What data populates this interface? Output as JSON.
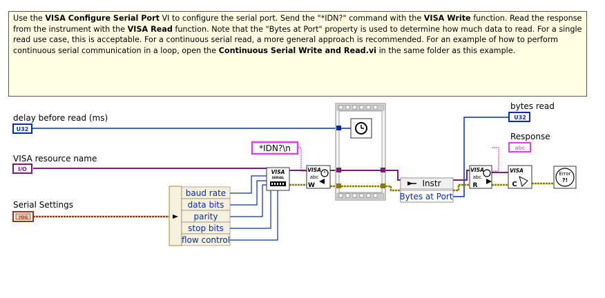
{
  "comment": {
    "p1": "Use the ",
    "b1": "VISA Configure Serial Port",
    "p2": " VI to configure the serial port. Send the \"*IDN?\" command with the ",
    "b2": "VISA Write",
    "p3": " function. Read the response from the instrument with the ",
    "b3": "VISA Read",
    "p4": " function. Note that the \"Bytes at Port\" property is used to determine how much data to read. For a single read use case, this is acceptable. For a continuous serial read, a more general approach is recommended. For an example of how to perform continuous serial communication in a loop, open the ",
    "b4": "Continuous Serial Write and Read.vi",
    "p5": " in the same folder as this example."
  },
  "controls": {
    "delay_label": "delay before read (ms)",
    "delay_type": "U32",
    "resource_label": "VISA resource name",
    "resource_type": "I/O",
    "settings_label": "Serial Settings",
    "settings_type": "?OG"
  },
  "indicators": {
    "bytes_label": "bytes read",
    "bytes_type": "U32",
    "response_label": "Response",
    "response_type": "abc"
  },
  "constant": {
    "idn": "*IDN?\\n"
  },
  "unbundle": [
    "baud rate",
    "data bits",
    "parity",
    "stop bits",
    "flow control"
  ],
  "property_node": {
    "class": "Instr",
    "property": "Bytes at Port"
  },
  "icons": {
    "configure": {
      "top": "VISA",
      "mid": "SERIAL"
    },
    "write": {
      "top": "VISA",
      "mid": "abc",
      "letter": "W"
    },
    "read": {
      "top": "VISA",
      "mid": "abc",
      "letter": "R"
    },
    "close": {
      "top": "VISA",
      "letter": "C"
    },
    "error": {
      "top": "Error",
      "mid": "?!"
    }
  },
  "colors": {
    "comment_bg": "#ffffe4",
    "u32_wire": "#0a2bb0",
    "visa_wire": "#7a1a7a",
    "string_wire": "#e040e0",
    "error_wire": "#8b7a00",
    "cluster_wire": "#8b3a1a"
  }
}
